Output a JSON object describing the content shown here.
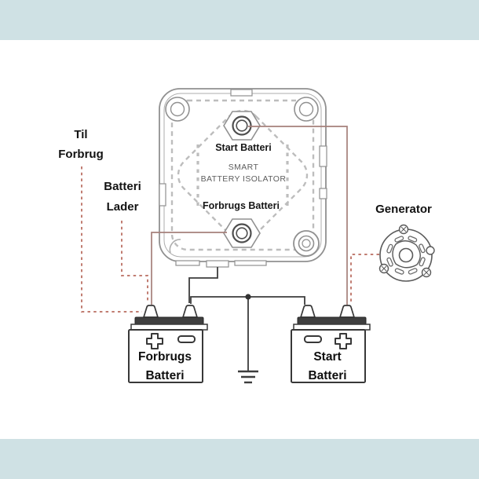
{
  "page": {
    "background": "#ffffff",
    "band_color": "#cfe1e4"
  },
  "diagram": {
    "labels": {
      "til_forbrug_line1": "Til",
      "til_forbrug_line2": "Forbrug",
      "batteri_lader_line1": "Batteri",
      "batteri_lader_line2": "Lader",
      "generator": "Generator"
    },
    "isolator": {
      "terminal_top_label": "Start Batteri",
      "name_line1": "SMART",
      "name_line2": "BATTERY ISOLATOR",
      "terminal_bottom_label": "Forbrugs Batteri"
    },
    "battery_left": {
      "line1": "Forbrugs",
      "line2": "Batteri"
    },
    "battery_right": {
      "line1": "Start",
      "line2": "Batteri"
    },
    "colors": {
      "wire_positive_solid": "#a5807b",
      "wire_dashed": "#c17d72",
      "wire_ground_black": "#3d3d3d",
      "device_outline": "#909090",
      "battery_outline": "#383838",
      "battery_lid": "#3f3f3f"
    }
  }
}
